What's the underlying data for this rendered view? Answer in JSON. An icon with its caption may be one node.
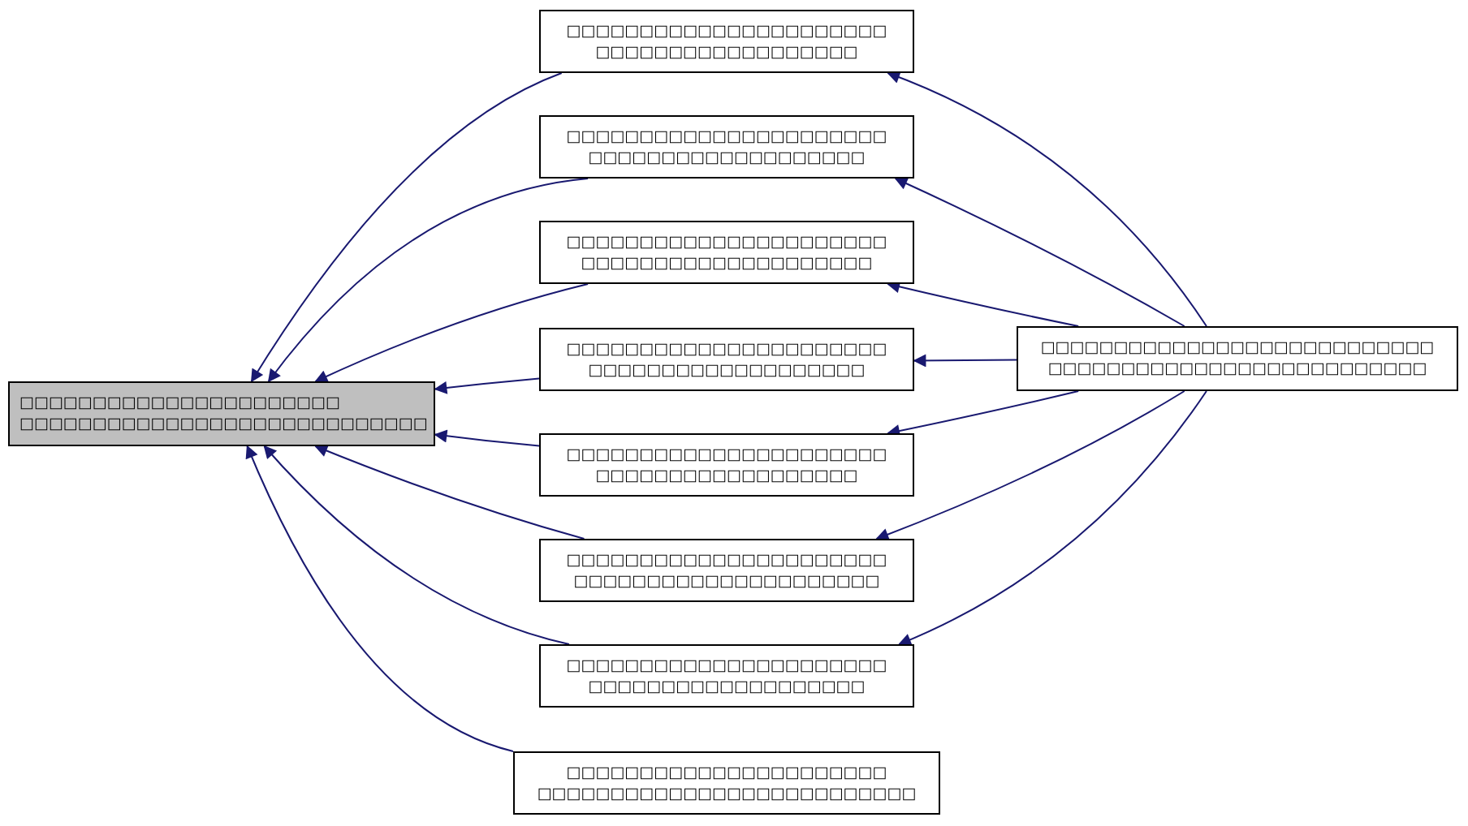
{
  "diagram": {
    "nodes": [
      {
        "text": [
          "□□□□□□□□□□□□□□□□□□□□□□ □□□□□□□□□□□□□□□□□□□□□□□□□□□□"
        ]
      },
      {
        "text": [
          "□□□□□□□□□□□□□□□□□□□□□□ □□□□□□□□□□□□□□□□□□"
        ]
      },
      {
        "text": [
          "□□□□□□□□□□□□□□□□□□□□□□ □□□□□□□□□□□□□□□□□□□"
        ]
      },
      {
        "text": [
          "□□□□□□□□□□□□□□□□□□□□□□ □□□□□□□□□□□□□□□□□□□□"
        ]
      },
      {
        "text": [
          "□□□□□□□□□□□□□□□□□□□□□□ □□□□□□□□□□□□□□□□□□□"
        ]
      },
      {
        "text": [
          "□□□□□□□□□□□□□□□□□□□□□□ □□□□□□□□□□□□□□□□□□"
        ]
      },
      {
        "text": [
          "□□□□□□□□□□□□□□□□□□□□□□ □□□□□□□□□□□□□□□□□□□□□"
        ]
      },
      {
        "text": [
          "□□□□□□□□□□□□□□□□□□□□□□ □□□□□□□□□□□□□□□□□□□"
        ]
      },
      {
        "text": [
          "□□□□□□□□□□□□□□□□□□□□□□ □□□□□□□□□□□□□□□□□□□□□□□□□□"
        ]
      },
      {
        "text": [
          "□□□□□□□□□□□□□□□□□□□□□□□□□□□ □□□□□□□□□□□□□□□□□□□□□□□□□□"
        ]
      }
    ],
    "edges": [
      {
        "from": 1,
        "to": 0,
        "arrow": "to"
      },
      {
        "from": 2,
        "to": 0,
        "arrow": "to"
      },
      {
        "from": 3,
        "to": 0,
        "arrow": "to"
      },
      {
        "from": 4,
        "to": 0,
        "arrow": "to"
      },
      {
        "from": 5,
        "to": 0,
        "arrow": "to"
      },
      {
        "from": 6,
        "to": 0,
        "arrow": "to"
      },
      {
        "from": 7,
        "to": 0,
        "arrow": "to"
      },
      {
        "from": 8,
        "to": 0,
        "arrow": "to"
      },
      {
        "from": 9,
        "to": 1,
        "arrow": "to"
      },
      {
        "from": 9,
        "to": 2,
        "arrow": "to"
      },
      {
        "from": 9,
        "to": 3,
        "arrow": "to"
      },
      {
        "from": 9,
        "to": 4,
        "arrow": "to"
      },
      {
        "from": 9,
        "to": 5,
        "arrow": "to"
      },
      {
        "from": 9,
        "to": 6,
        "arrow": "to"
      },
      {
        "from": 9,
        "to": 7,
        "arrow": "to"
      }
    ]
  }
}
